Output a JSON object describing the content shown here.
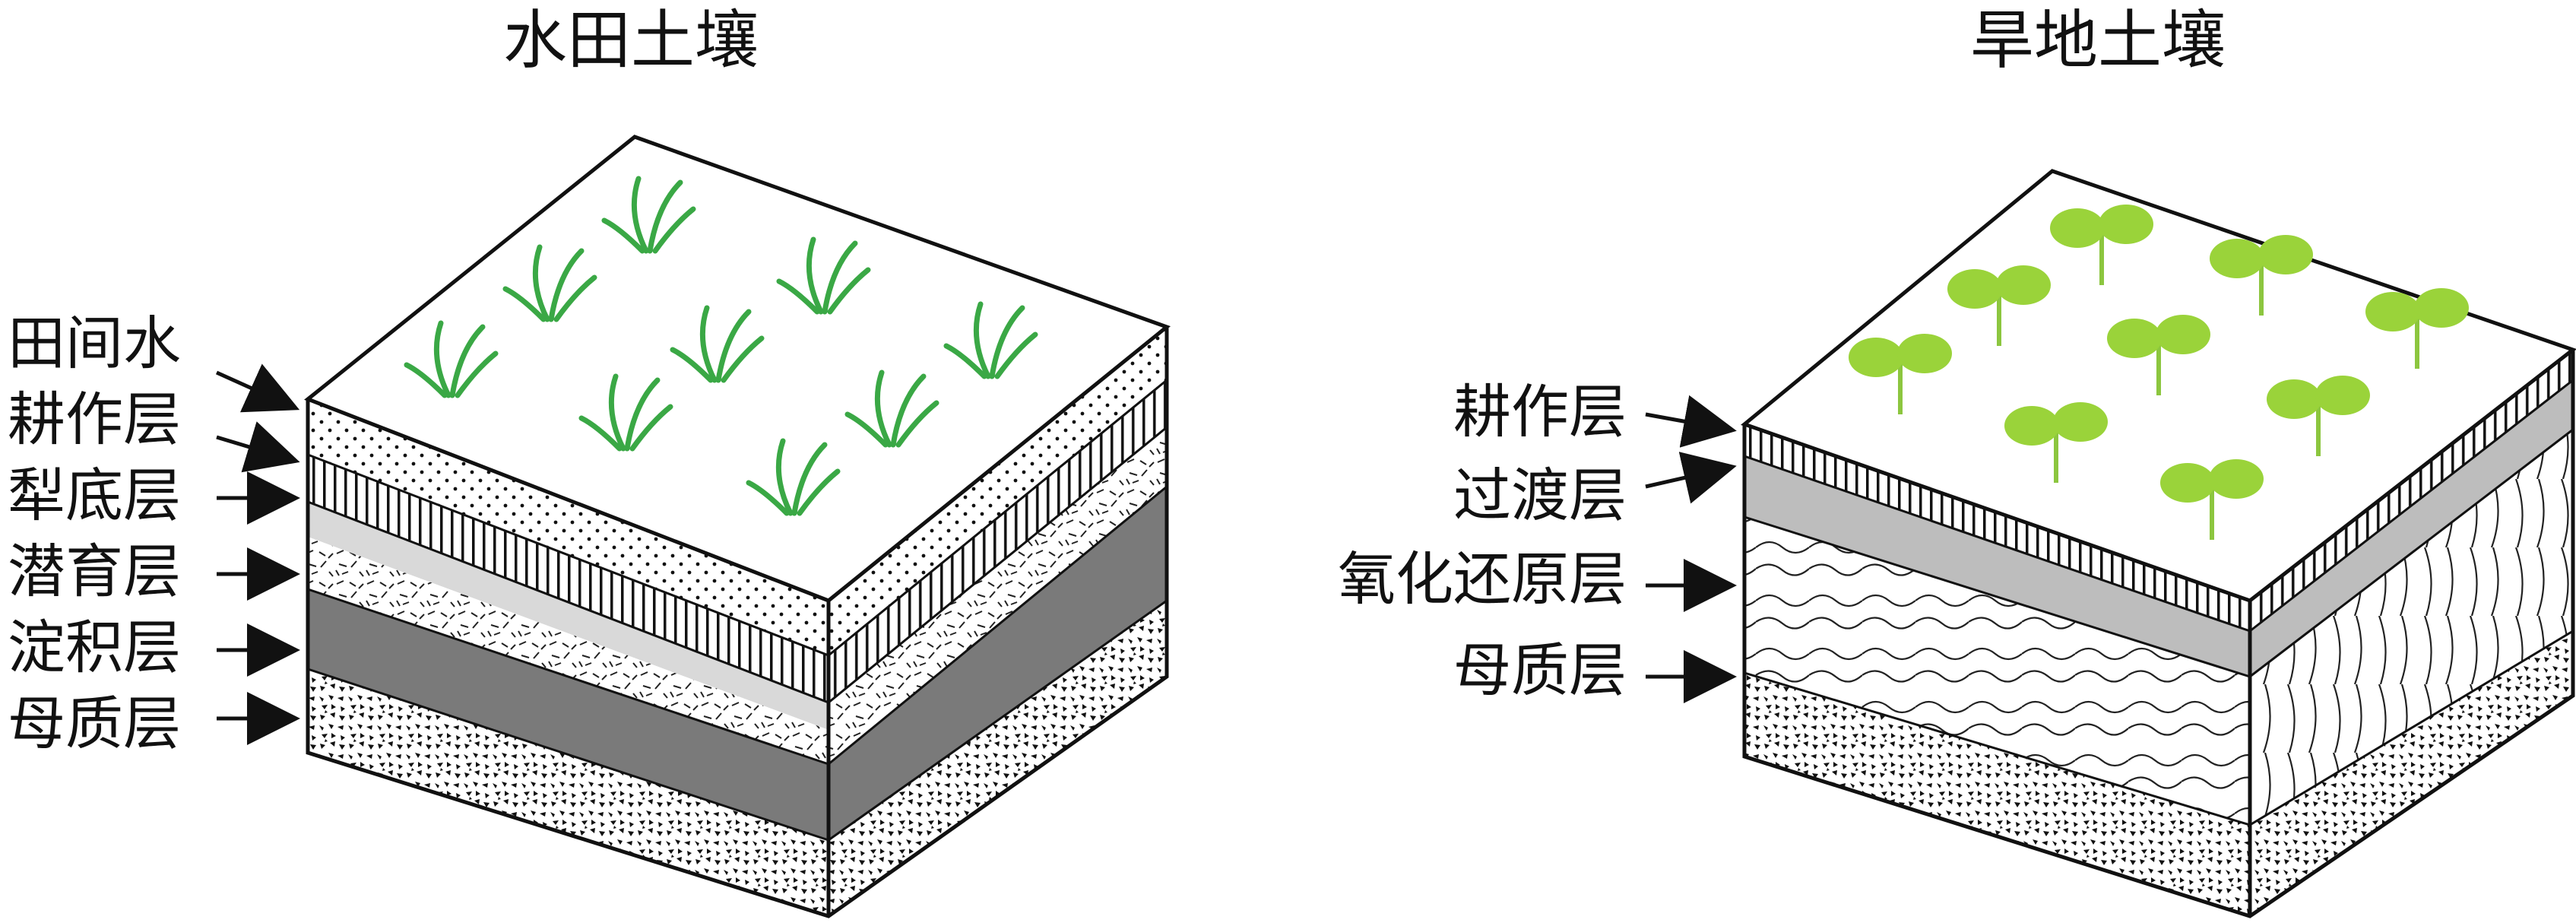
{
  "paddy": {
    "title": "水田土壤",
    "layers": [
      "田间水",
      "耕作层",
      "犁底层",
      "潜育层",
      "淀积层",
      "母质层"
    ]
  },
  "upland": {
    "title": "旱地土壤",
    "layers": [
      "耕作层",
      "过渡层",
      "氧化还原层",
      "母质层"
    ]
  },
  "colors": {
    "outline": "#111111",
    "paddy_grass": "#3aa845",
    "seedling": "#9ad33a",
    "gray_light": "#d9d9d9",
    "gray_mid": "#bdbdbd",
    "gray_dark": "#7a7a7a"
  }
}
